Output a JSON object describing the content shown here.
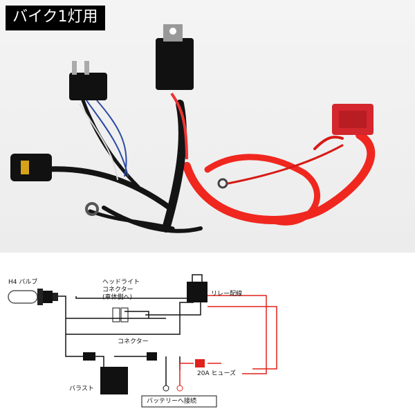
{
  "title_badge": "バイク1灯用",
  "diagram": {
    "h4_bulb": "H4 バルブ",
    "headlight_connector_1": "ヘッドライト",
    "headlight_connector_2": "コネクター",
    "headlight_connector_3": "(車体側へ)",
    "relay_wiring": "リレー配線",
    "connector": "コネクター",
    "fuse": "20A ヒューズ",
    "ballast": "バラスト",
    "to_battery": "バッテリーへ接続"
  },
  "colors": {
    "wire_red": "#e0211c",
    "wire_black": "#111111",
    "background": "#ffffff"
  }
}
